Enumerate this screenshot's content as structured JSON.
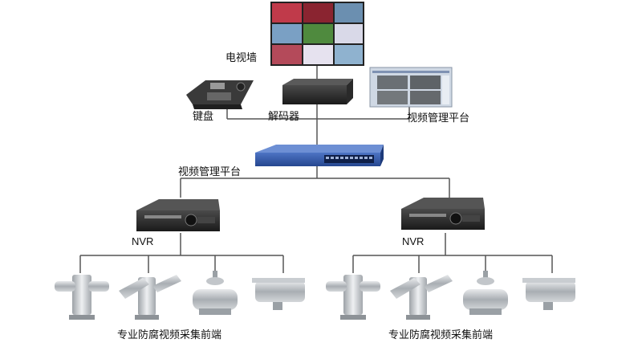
{
  "labels": {
    "tv_wall": "电视墙",
    "keyboard": "键盘",
    "decoder": "解码器",
    "platform_top": "视频管理平台",
    "platform_switch": "视频管理平台",
    "nvr_left": "NVR",
    "nvr_right": "NVR",
    "front_left": "专业防腐视频采集前端",
    "front_right": "专业防腐视频采集前端"
  },
  "icons": {
    "tv_wall": "video-wall-icon",
    "keyboard": "control-keyboard-icon",
    "decoder": "decoder-box-icon",
    "platform": "monitor-software-icon",
    "switch": "network-switch-icon",
    "nvr": "nvr-recorder-icon",
    "camera_ptz": "ptz-camera-icon",
    "camera_dome": "explosion-proof-dome-icon",
    "camera_bullet": "bullet-camera-icon"
  },
  "colors": {
    "line": "#555555",
    "switch_body": "#2f57a8",
    "nvr_body": "#2b2b2b",
    "metal": "#b8bcc0"
  }
}
